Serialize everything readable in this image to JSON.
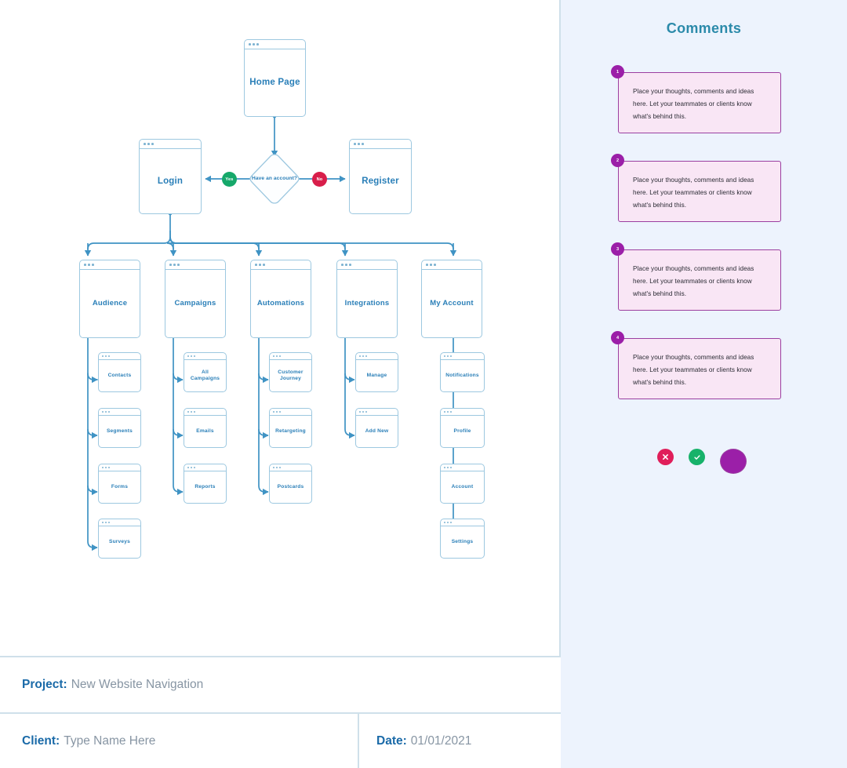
{
  "flow": {
    "home": {
      "label": "Home Page"
    },
    "decision": {
      "label": "Have an account?"
    },
    "badges": {
      "yes": "Yes",
      "no": "No"
    },
    "login": {
      "label": "Login"
    },
    "register": {
      "label": "Register"
    },
    "sections": [
      {
        "label": "Audience",
        "children": [
          "Contacts",
          "Segments",
          "Forms",
          "Surveys"
        ]
      },
      {
        "label": "Campaigns",
        "children": [
          "All Campaigns",
          "Emails",
          "Reports"
        ]
      },
      {
        "label": "Automations",
        "children": [
          "Customer Journey",
          "Retargeting",
          "Postcards"
        ]
      },
      {
        "label": "Integrations",
        "children": [
          "Manage",
          "Add New"
        ]
      },
      {
        "label": "My Account",
        "children": [
          "Notifications",
          "Profile",
          "Account",
          "Settings"
        ]
      }
    ]
  },
  "footer": {
    "project_key": "Project:",
    "project_value": "New Website Navigation",
    "client_key": "Client:",
    "client_value": "Type Name Here",
    "date_key": "Date:",
    "date_value": "01/01/2021"
  },
  "comments": {
    "title": "Comments",
    "items": [
      {
        "number": "1",
        "text": "Place your thoughts, comments and ideas here. Let your teammates or clients know what's behind this."
      },
      {
        "number": "2",
        "text": "Place your thoughts, comments and ideas here. Let your teammates or clients know what's behind this."
      },
      {
        "number": "3",
        "text": "Place your thoughts, comments and ideas here. Let your teammates or clients know what's behind this."
      },
      {
        "number": "4",
        "text": "Place your thoughts, comments and ideas here. Let your teammates or clients know what's behind this."
      }
    ],
    "actions": [
      {
        "name": "reject",
        "icon": "close-icon"
      },
      {
        "name": "approve",
        "icon": "check-icon"
      },
      {
        "name": "comment",
        "icon": "comment-icon"
      }
    ]
  },
  "colors": {
    "card_border": "#9dc8e0",
    "card_text": "#2a7fb8",
    "connector": "#3f93c4",
    "panel_bg": "#edf3fd",
    "comment_bg": "#f9e6f5",
    "comment_border": "#9b3fa0",
    "badge_purple": "#9b1fa8",
    "yes_green": "#16a86a",
    "no_red": "#d81e4a",
    "heading_teal": "#2b8aaa"
  }
}
